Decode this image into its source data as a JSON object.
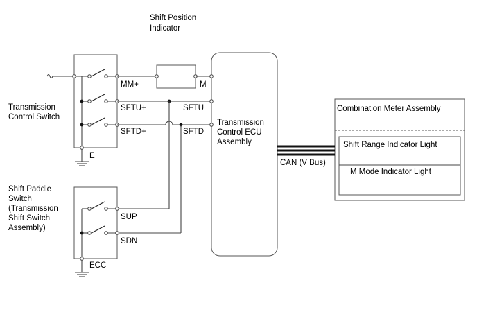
{
  "labels": {
    "shift_position_indicator": [
      "Shift Position",
      "Indicator"
    ],
    "transmission_control_switch": [
      "Transmission",
      "Control Switch"
    ],
    "shift_paddle_switch": [
      "Shift Paddle",
      "Switch",
      "(Transmission",
      "Shift Switch",
      "Assembly)"
    ],
    "ecu": [
      "Transmission",
      "Control ECU",
      "Assembly"
    ],
    "combination_meter": "Combination Meter Assembly",
    "shift_range_light": "Shift Range Indicator Light",
    "m_mode_light": "M Mode Indicator Light",
    "can_bus": "CAN (V Bus)"
  },
  "terminals": {
    "mm_plus": "MM+",
    "m": "M",
    "sftu_plus": "SFTU+",
    "sftu": "SFTU",
    "sftd_plus": "SFTD+",
    "sftd": "SFTD",
    "e": "E",
    "sup": "SUP",
    "sdn": "SDN",
    "ecc": "ECC"
  }
}
